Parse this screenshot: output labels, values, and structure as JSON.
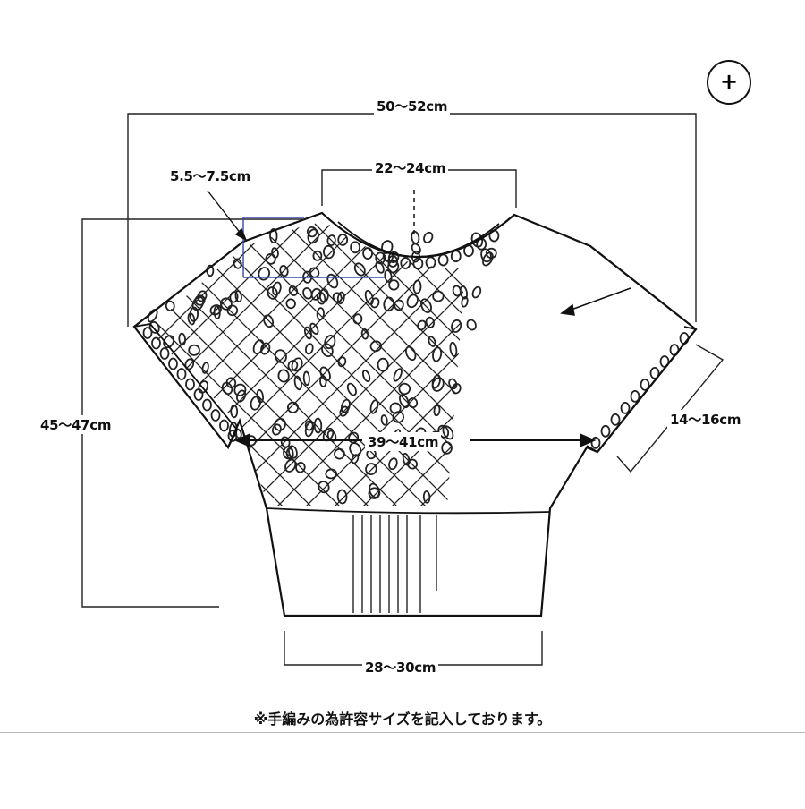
{
  "zoom_button": {
    "icon": "plus-icon",
    "glyph": "+"
  },
  "dimensions": {
    "total_width": "50～52cm",
    "neck_width": "22～24cm",
    "shoulder_drop": "5.5～7.5cm",
    "body_length": "45～47cm",
    "chest_width": "39～41cm",
    "sleeve_opening": "14～16cm",
    "hem_width": "28～30cm"
  },
  "note": "※手編みの為許容サイズを記入しております。"
}
